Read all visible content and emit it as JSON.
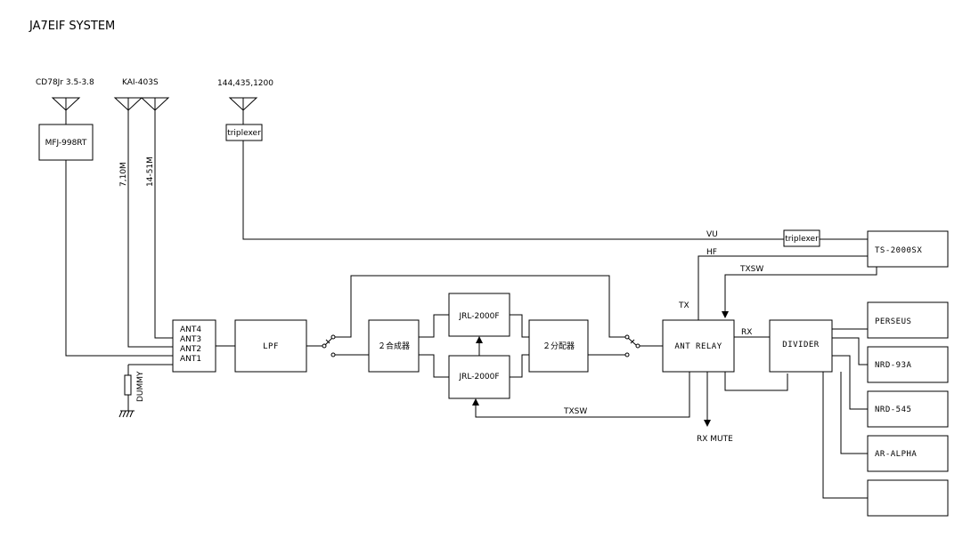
{
  "title": "JA7EIF SYSTEM",
  "antennas": {
    "cd78": "CD78Jr 3.5-3.8",
    "kai": "KAI-403S",
    "vuhf": "144,435,1200"
  },
  "blocks": {
    "mfj": "MFJ-998RT",
    "triplexer_top": "triplexer",
    "triplexer_right": "triplexer",
    "ant4": "ANT4",
    "ant3": "ANT3",
    "ant2": "ANT2",
    "ant1": "ANT1",
    "lpf": "LPF",
    "combiner": "２合成器",
    "jrl_top": "JRL-2000F",
    "jrl_bottom": "JRL-2000F",
    "splitter": "２分配器",
    "ant_relay": "ANT RELAY",
    "divider": "DIVIDER",
    "ts2000": "TS-2000SX",
    "perseus": "PERSEUS",
    "nrd93": "NRD-93A",
    "nrd545": "NRD-545",
    "ar_alpha": "AR-ALPHA",
    "blank": ""
  },
  "labels": {
    "band_7_10": "7,10M",
    "band_14_51": "14-51M",
    "dummy": "DUMMY",
    "vu": "VU",
    "hf": "HF",
    "txsw_top": "TXSW",
    "txsw_bottom": "TXSW",
    "tx": "TX",
    "rx": "RX",
    "rx_mute": "RX MUTE"
  }
}
